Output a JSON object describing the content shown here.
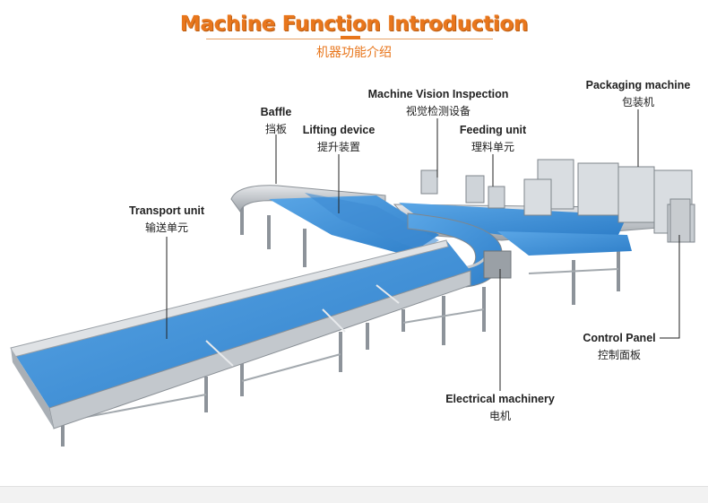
{
  "header": {
    "title": "Machine Function Introduction",
    "subtitle": "机器功能介绍"
  },
  "labels": {
    "baffle": {
      "en": "Baffle",
      "zh": "挡板"
    },
    "lifting": {
      "en": "Lifting device",
      "zh": "提升装置"
    },
    "vision": {
      "en": "Machine Vision Inspection",
      "zh": "视觉检测设备"
    },
    "feeding": {
      "en": "Feeding unit",
      "zh": "理料单元"
    },
    "packaging": {
      "en": "Packaging machine",
      "zh": "包装机"
    },
    "transport": {
      "en": "Transport unit",
      "zh": "输送单元"
    },
    "control": {
      "en": "Control Panel",
      "zh": "控制面板"
    },
    "electrical": {
      "en": "Electrical machinery",
      "zh": "电机"
    }
  },
  "colors": {
    "title": "#e8761c",
    "belt": "#3f8fd6",
    "frame": "#b9bdc2"
  }
}
